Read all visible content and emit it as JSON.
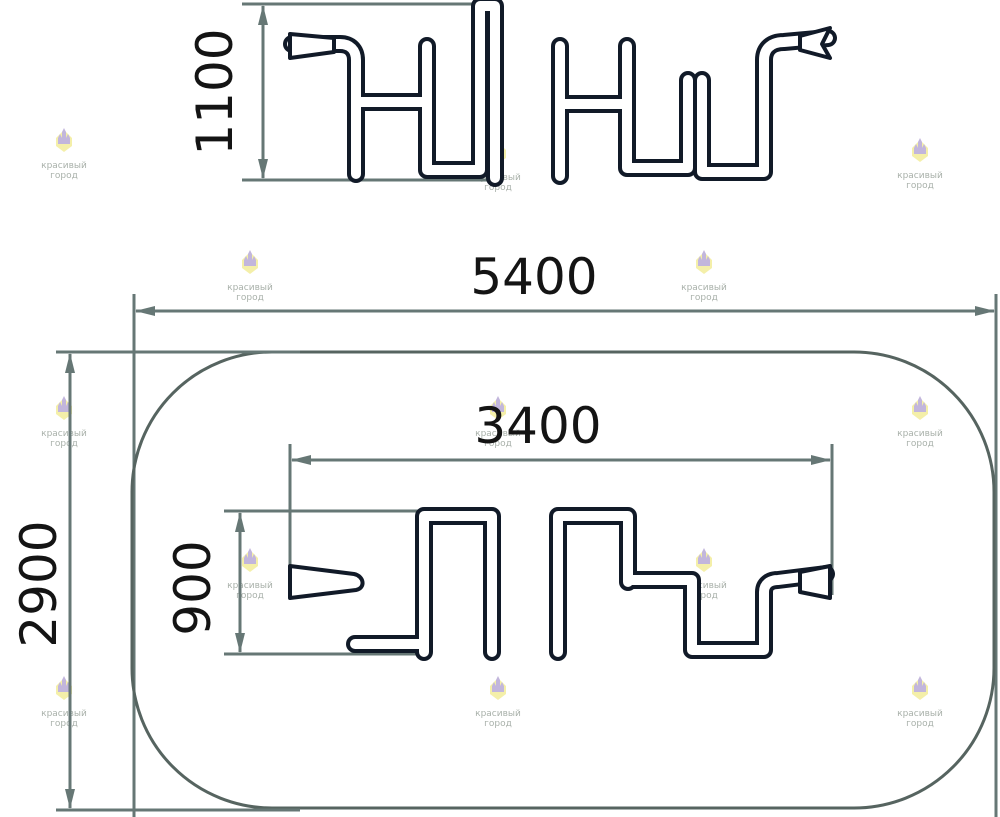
{
  "colors": {
    "dimension": "#667775",
    "zone": "#566460",
    "equipment_stroke": "#111a28",
    "equipment_fill": "#ffffff",
    "text": "#141414",
    "watermark_text": "#9aa39b"
  },
  "dimensions": {
    "top_height": "1100",
    "overall_length": "5400",
    "equipment_length": "3400",
    "equipment_width": "900",
    "zone_width": "2900"
  },
  "watermark": {
    "line1": "красивый",
    "line2": "город",
    "icon": "castle-logo-icon"
  }
}
